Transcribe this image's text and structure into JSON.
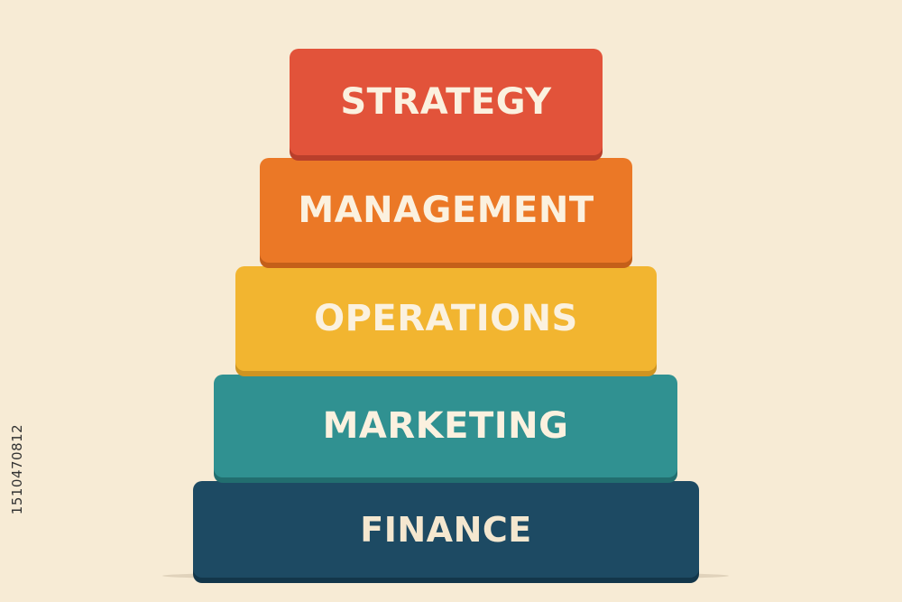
{
  "diagram": {
    "levels": [
      {
        "label": "STRATEGY",
        "color": "#E2533A"
      },
      {
        "label": "MANAGEMENT",
        "color": "#EB7826"
      },
      {
        "label": "OPERATIONS",
        "color": "#F2B530"
      },
      {
        "label": "MARKETING",
        "color": "#309191"
      },
      {
        "label": "FINANCE",
        "color": "#1D4A63"
      }
    ],
    "background_color": "#F7EBD5"
  },
  "watermark": {
    "stock_id": "1510470812"
  }
}
